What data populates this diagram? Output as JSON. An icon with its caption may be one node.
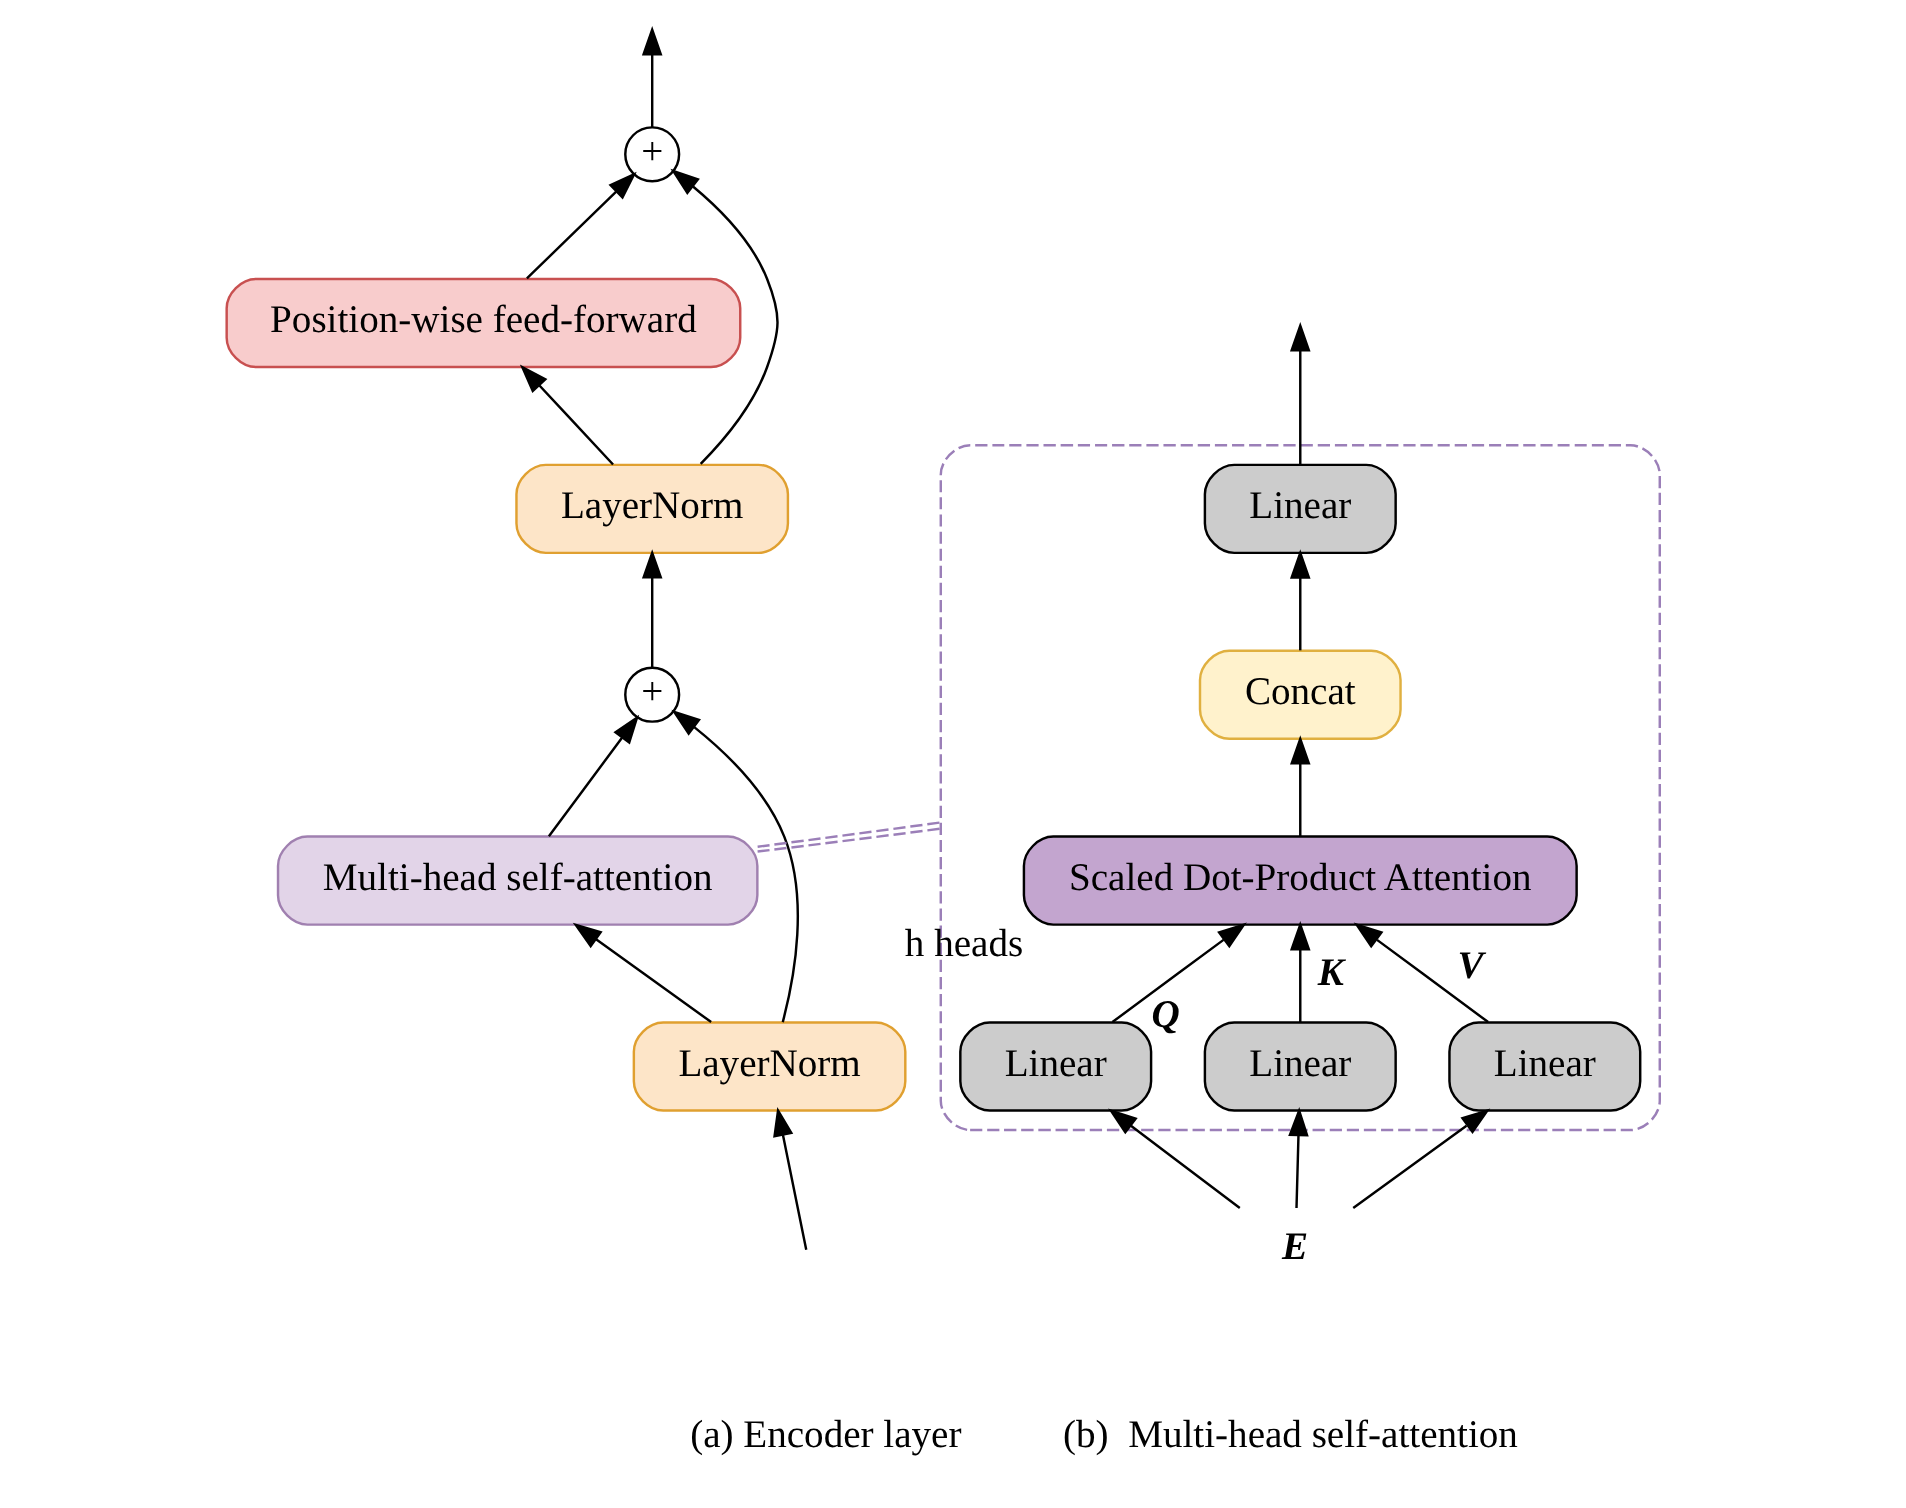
{
  "diagram": {
    "nodes": [
      {
        "text": [
          "LayerNorm"
        ]
      },
      {
        "text": [
          "Multi-head self-attention"
        ]
      },
      {
        "text": [
          "+"
        ]
      },
      {
        "text": [
          "LayerNorm"
        ]
      },
      {
        "text": [
          "Position-wise feed-forward"
        ]
      },
      {
        "text": [
          "+"
        ]
      },
      {
        "text": [],
        "shape": "box"
      },
      {
        "text": [
          "Linear"
        ],
        "in": 6
      },
      {
        "text": [
          "Concat"
        ],
        "in": 6
      },
      {
        "text": [
          "Scaled Dot-Product Attention"
        ],
        "beside": [
          "h heads"
        ],
        "in": 6
      },
      {
        "text": [
          "Linear"
        ],
        "in": 6
      },
      {
        "text": [
          "Linear"
        ],
        "in": 6
      },
      {
        "text": [
          "Linear"
        ],
        "in": 6
      },
      {
        "text": [
          "E"
        ]
      }
    ],
    "edges": [
      {
        "from": null,
        "to": 0,
        "arrow": "to"
      },
      {
        "from": 0,
        "to": 1,
        "arrow": "to"
      },
      {
        "from": 0,
        "to": 2,
        "arrow": "to"
      },
      {
        "from": 1,
        "to": 2,
        "arrow": "to"
      },
      {
        "from": 2,
        "to": 3,
        "arrow": "to"
      },
      {
        "from": 3,
        "to": 4,
        "arrow": "to"
      },
      {
        "from": 3,
        "to": 5,
        "arrow": "to"
      },
      {
        "from": 4,
        "to": 5,
        "arrow": "to"
      },
      {
        "from": 5,
        "to": null,
        "arrow": "to"
      },
      {
        "from": 1,
        "to": 6,
        "arrow": "none",
        "style": "dashed",
        "color": "#9b7fb8"
      },
      {
        "from": 1,
        "to": 6,
        "arrow": "none",
        "style": "dashed",
        "color": "#9b7fb8"
      },
      {
        "from": 13,
        "to": 10,
        "arrow": "to"
      },
      {
        "from": 13,
        "to": 11,
        "arrow": "to"
      },
      {
        "from": 13,
        "to": 12,
        "arrow": "to"
      },
      {
        "from": 10,
        "to": 9,
        "arrow": "to",
        "label": "Q"
      },
      {
        "from": 11,
        "to": 9,
        "arrow": "to",
        "label": "K"
      },
      {
        "from": 12,
        "to": 9,
        "arrow": "to",
        "label": "V"
      },
      {
        "from": 9,
        "to": 8,
        "arrow": "to"
      },
      {
        "from": 8,
        "to": 7,
        "arrow": "to"
      },
      {
        "from": 7,
        "to": null,
        "arrow": "to"
      }
    ],
    "labels": [
      "(a) Encoder layer",
      "(b)  Multi-head self-attention"
    ]
  }
}
